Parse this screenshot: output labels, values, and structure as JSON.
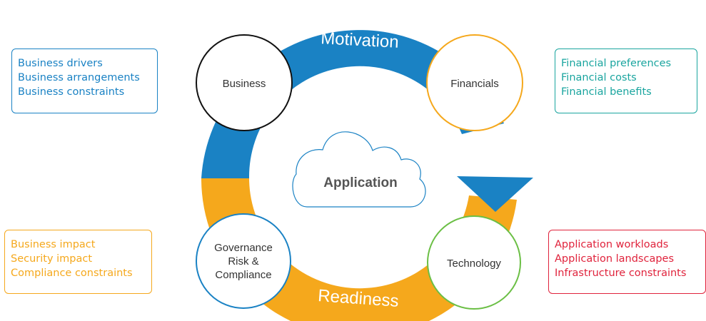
{
  "center": {
    "label": "Application"
  },
  "arcs": {
    "top_label": "Motivation",
    "bottom_label": "Readiness"
  },
  "nodes": {
    "business": "Business",
    "financials": "Financials",
    "technology": "Technology",
    "governance": [
      "Governance",
      "Risk &",
      "Compliance"
    ]
  },
  "boxes": {
    "business": [
      "Business drivers",
      "Business arrangements",
      "Business constraints"
    ],
    "financial": [
      "Financial preferences",
      "Financial costs",
      "Financial benefits"
    ],
    "governance": [
      "Business impact",
      "Security impact",
      "Compliance constraints"
    ],
    "technology": [
      "Application workloads",
      "Application landscapes",
      "Infrastructure constraints"
    ]
  },
  "colors": {
    "blue": "#1a82c4",
    "orange": "#f5a81c",
    "teal": "#1aa59f",
    "red": "#e0233c",
    "green": "#6bbf45",
    "gold": "#f5a81c",
    "cloud": "#1a82c4"
  }
}
